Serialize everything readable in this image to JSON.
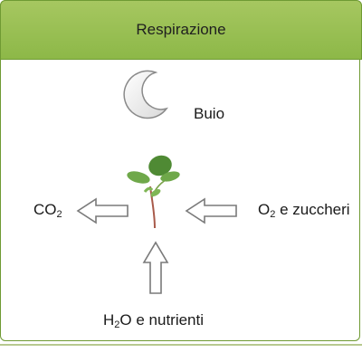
{
  "header": {
    "title": "Respirazione"
  },
  "condition": {
    "label": "Buio",
    "icon": "crescent-moon-icon"
  },
  "outputs": {
    "co2": {
      "main": "CO",
      "sub": "2",
      "tail": ""
    }
  },
  "inputs": {
    "oxygen_sugars": {
      "main": "O",
      "sub": "2",
      "tail": " e zuccheri"
    },
    "water_nutrients": {
      "main": "H",
      "sub": "2",
      "tail": "O e nutrienti"
    }
  },
  "colors": {
    "header": "#96bd4f",
    "border": "#6f9a33",
    "arrow": "#7a7a7a",
    "leaf": "#5f9a3a"
  }
}
